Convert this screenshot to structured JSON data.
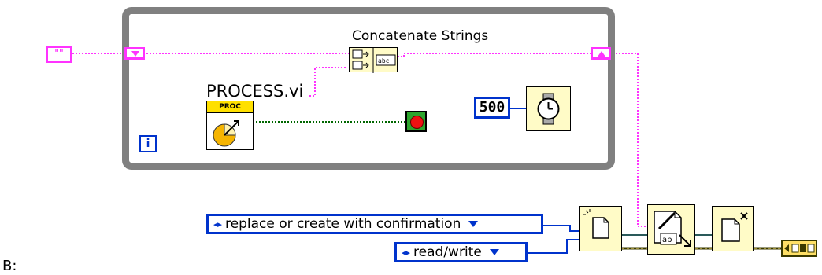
{
  "diagram": {
    "section_label": "B:",
    "string_constant_glyph": "\"\"",
    "while_loop": {
      "iteration_terminal": "i"
    },
    "concatenate": {
      "label": "Concatenate Strings"
    },
    "subvi": {
      "label": "PROCESS.vi",
      "header": "PROC"
    },
    "wait": {
      "value": "500"
    },
    "open_file": {
      "operation": "replace or create with confirmation",
      "access": "read/write"
    }
  },
  "colors": {
    "string_wire": "#ff33ff",
    "boolean_wire": "#006600",
    "loop_frame": "#808080",
    "numeric_border": "#0033cc",
    "file_node_bg": "#fffbc7",
    "stop_red": "#ee1111",
    "stop_green": "#2da52d"
  }
}
